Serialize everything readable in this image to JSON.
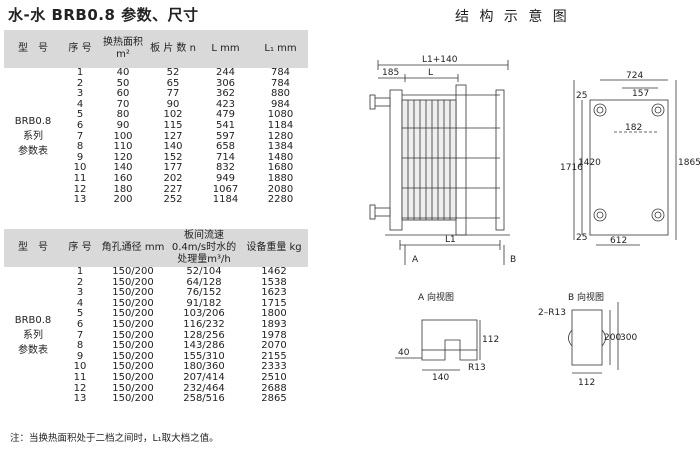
{
  "title": "水-水 BRB0.8 参数、尺寸",
  "right_title": "结 构 示 意 图",
  "table1": {
    "headers": [
      "型　号",
      "序 号",
      "换热面积 m²",
      "板 片 数 n",
      "L mm",
      "L₁ mm"
    ],
    "model": [
      "BRB0.8",
      "系列",
      "参数表"
    ],
    "rows": [
      [
        "1",
        "40",
        "52",
        "244",
        "784"
      ],
      [
        "2",
        "50",
        "65",
        "306",
        "784"
      ],
      [
        "3",
        "60",
        "77",
        "362",
        "880"
      ],
      [
        "4",
        "70",
        "90",
        "423",
        "984"
      ],
      [
        "5",
        "80",
        "102",
        "479",
        "1080"
      ],
      [
        "6",
        "90",
        "115",
        "541",
        "1184"
      ],
      [
        "7",
        "100",
        "127",
        "597",
        "1280"
      ],
      [
        "8",
        "110",
        "140",
        "658",
        "1384"
      ],
      [
        "9",
        "120",
        "152",
        "714",
        "1480"
      ],
      [
        "10",
        "140",
        "177",
        "832",
        "1680"
      ],
      [
        "11",
        "160",
        "202",
        "949",
        "1880"
      ],
      [
        "12",
        "180",
        "227",
        "1067",
        "2080"
      ],
      [
        "13",
        "200",
        "252",
        "1184",
        "2280"
      ]
    ]
  },
  "table2": {
    "headers": [
      "型　号",
      "序 号",
      "角孔通径 mm",
      "板间流速 0.4m/s时水的处理量m³/h",
      "设备重量 kg"
    ],
    "model": [
      "BRB0.8",
      "系列",
      "参数表"
    ],
    "rows": [
      [
        "1",
        "150/200",
        "52/104",
        "1462"
      ],
      [
        "2",
        "150/200",
        "64/128",
        "1538"
      ],
      [
        "3",
        "150/200",
        "76/152",
        "1623"
      ],
      [
        "4",
        "150/200",
        "91/182",
        "1715"
      ],
      [
        "5",
        "150/200",
        "103/206",
        "1800"
      ],
      [
        "6",
        "150/200",
        "116/232",
        "1893"
      ],
      [
        "7",
        "150/200",
        "128/256",
        "1978"
      ],
      [
        "8",
        "150/200",
        "143/286",
        "2070"
      ],
      [
        "9",
        "150/200",
        "155/310",
        "2155"
      ],
      [
        "10",
        "150/200",
        "180/360",
        "2333"
      ],
      [
        "11",
        "150/200",
        "207/414",
        "2510"
      ],
      [
        "12",
        "150/200",
        "232/464",
        "2688"
      ],
      [
        "13",
        "150/200",
        "258/516",
        "2865"
      ]
    ]
  },
  "note": "注：当换热面积处于二档之间时，L₁取大档之值。",
  "diagram": {
    "main": {
      "l1_140": "L1+140",
      "d185": "185",
      "L": "L",
      "L1": "L1",
      "A": "A",
      "B": "B"
    },
    "side": {
      "w724": "724",
      "w157": "157",
      "h25": "25",
      "h182": "182",
      "h1716": "1716",
      "h1420": "1420",
      "h1865": "1865",
      "h25b": "25",
      "w612": "612"
    },
    "view_a": {
      "label": "A 向视图",
      "d112": "112",
      "d40": "40",
      "d140": "140",
      "r13": "R13"
    },
    "view_b": {
      "label": "B 向视图",
      "r13": "2–R13",
      "d200": "200",
      "d300": "300",
      "d112": "112"
    }
  }
}
